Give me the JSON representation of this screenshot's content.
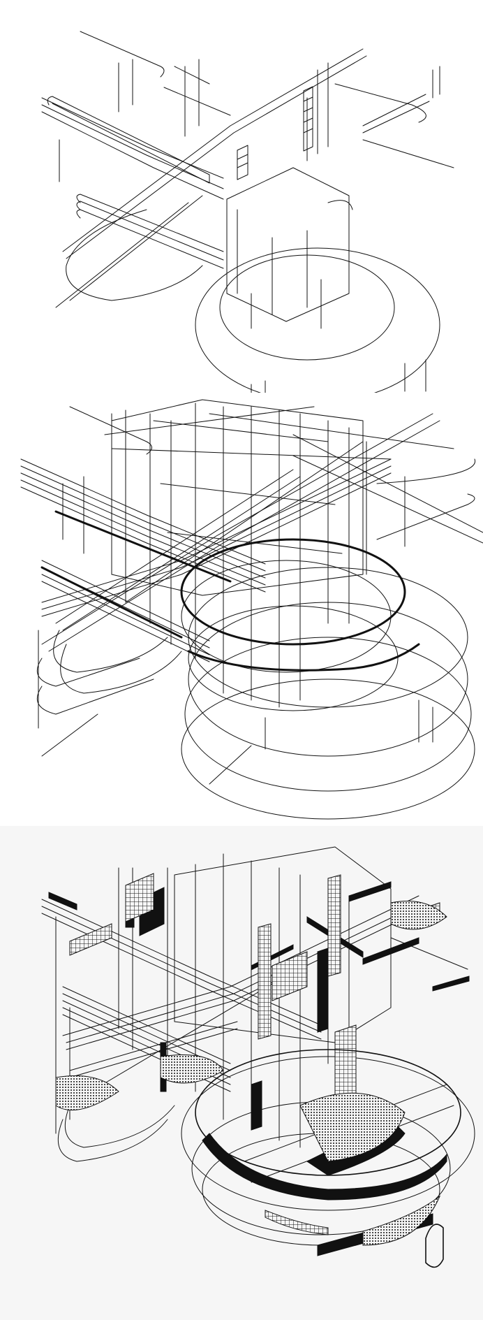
{
  "figure": {
    "panels": [
      {
        "id": "stage-1",
        "style": "sparse line axonometric"
      },
      {
        "id": "stage-2",
        "style": "dense line axonometric"
      },
      {
        "id": "stage-3",
        "style": "rendered axonometric with solid fills and hatching"
      }
    ],
    "colors": {
      "ink": "#111111",
      "paper": "#ffffff",
      "panel3_paper": "#f6f6f6"
    }
  }
}
